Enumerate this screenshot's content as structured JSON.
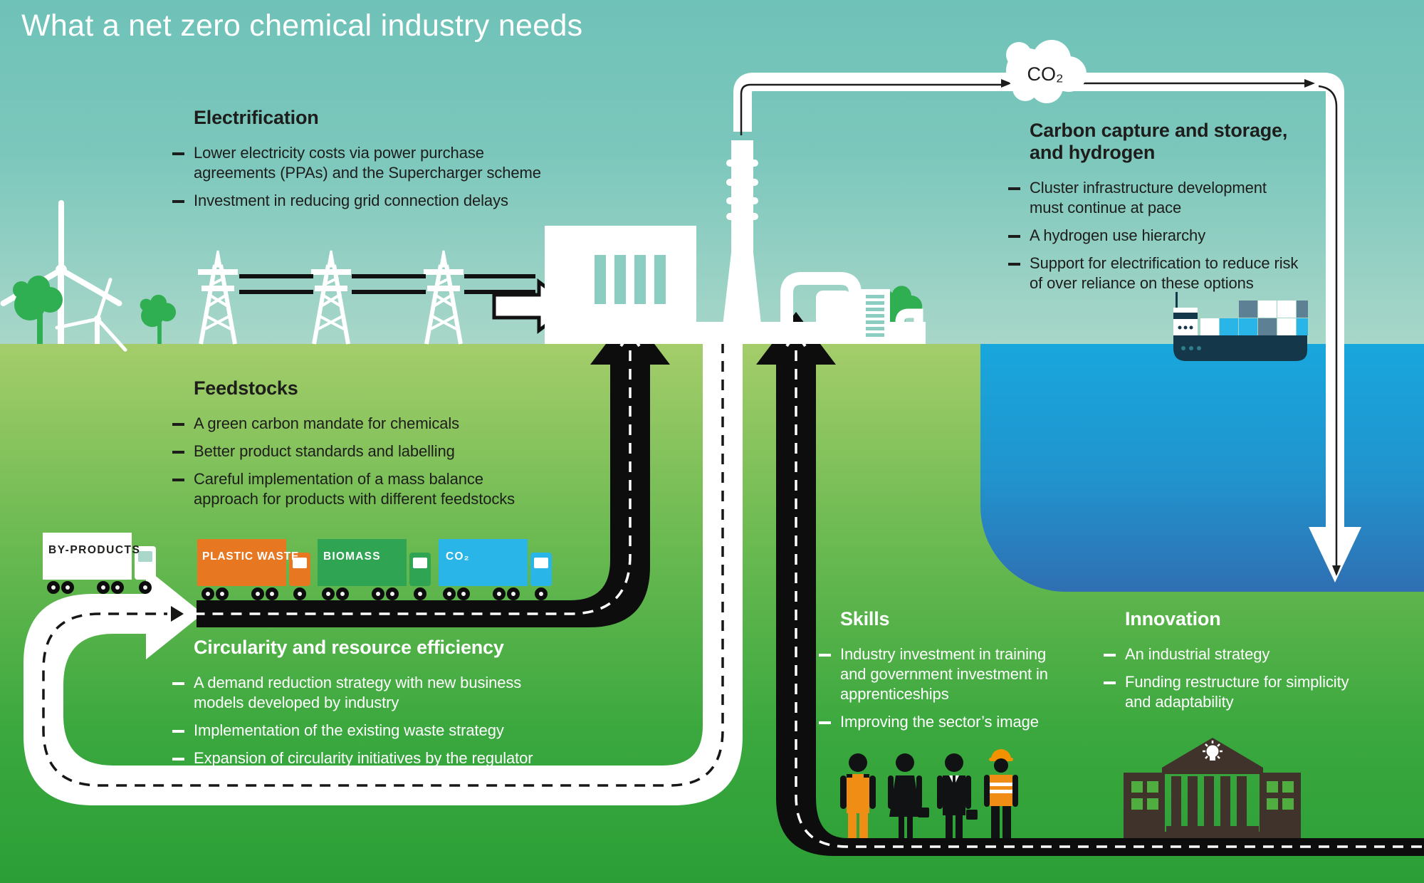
{
  "title": "What a net zero chemical industry needs",
  "sections": {
    "electrification": {
      "heading": "Electrification",
      "bullets": [
        "Lower electricity costs via power purchase\nagreements (PPAs) and the Supercharger scheme",
        "Investment in reducing grid connection delays"
      ]
    },
    "carbon": {
      "heading": "Carbon capture and storage,\nand hydrogen",
      "bullets": [
        "Cluster infrastructure development\nmust continue at pace",
        "A hydrogen use hierarchy",
        "Support for electrification to reduce risk\nof over reliance on these options"
      ]
    },
    "feedstocks": {
      "heading": "Feedstocks",
      "bullets": [
        "A green carbon mandate for chemicals",
        "Better product standards and labelling",
        "Careful implementation of a mass balance\napproach for products with different feedstocks"
      ]
    },
    "circularity": {
      "heading": "Circularity and resource efficiency",
      "bullets": [
        "A demand reduction strategy with new business\nmodels developed by industry",
        "Implementation of the existing waste strategy",
        "Expansion of circularity initiatives by the regulator"
      ]
    },
    "skills": {
      "heading": "Skills",
      "bullets": [
        "Industry investment in training\nand government investment in\napprenticeships",
        "Improving the sector’s image"
      ]
    },
    "innovation": {
      "heading": "Innovation",
      "bullets": [
        "An industrial strategy",
        "Funding restructure for simplicity\nand adaptability"
      ]
    }
  },
  "labels": {
    "co2_cloud": "CO₂",
    "trucks": [
      {
        "label": "BY-PRODUCTS"
      },
      {
        "label": "PLASTIC WASTE"
      },
      {
        "label": "BIOMASS"
      },
      {
        "label": "CO₂"
      }
    ]
  },
  "colors": {
    "sky_teal": "#74c4ba",
    "land_green_top": "#a4cd6a",
    "land_green_bottom": "#2b9f36",
    "ocean_blue_top": "#18a7dd",
    "ocean_blue_bottom": "#2f6fb2",
    "truck_orange": "#e87722",
    "truck_green": "#2fa452",
    "truck_blue": "#29b5e8",
    "hivis_orange": "#f39200",
    "building_brown": "#3f332b",
    "road_black": "#0d0d0d",
    "ship_navy": "#15374a",
    "text_dark": "#1d1d1b",
    "text_light": "#ffffff"
  }
}
